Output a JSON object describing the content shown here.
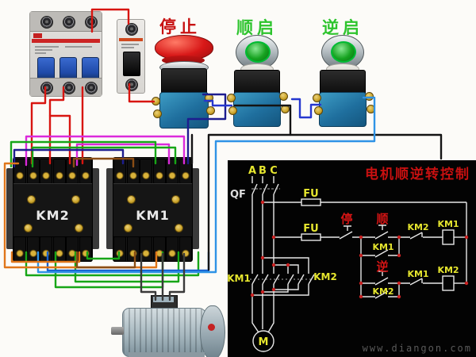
{
  "photo": {
    "stop_button_label": "停止",
    "forward_button_label": "顺启",
    "reverse_button_label": "逆启",
    "contactor_left": "KM2",
    "contactor_right": "KM1"
  },
  "schematic": {
    "title": "电机顺逆转控制",
    "phase_a": "A",
    "phase_b": "B",
    "phase_c": "C",
    "breaker": "QF",
    "fuse_top": "FU",
    "fuse_control": "FU",
    "stop": "停",
    "forward": "顺",
    "reverse": "逆",
    "km1_main": "KM1",
    "km2_main": "KM2",
    "km1_latch": "KM1",
    "km2_interlock": "KM2",
    "km1_coil": "KM1",
    "km2_latch": "KM2",
    "km1_interlock": "KM1",
    "km2_coil": "KM2",
    "motor": "M",
    "watermark": "www.diangon.com"
  },
  "colors": {
    "wire_red": "#d81510",
    "wire_magenta": "#db2adb",
    "wire_green": "#17a617",
    "wire_navy": "#1d1d8f",
    "wire_blue": "#2637cf",
    "wire_light_blue": "#2f93e6",
    "wire_orange": "#e0761a",
    "wire_brown": "#8a4d15",
    "wire_black": "#141414",
    "panel_background": "#030303",
    "schematic_line": "#e8e8e8",
    "label_yellow": "#e6e62e",
    "label_red": "#d41414",
    "junction_red": "#cc2222"
  }
}
